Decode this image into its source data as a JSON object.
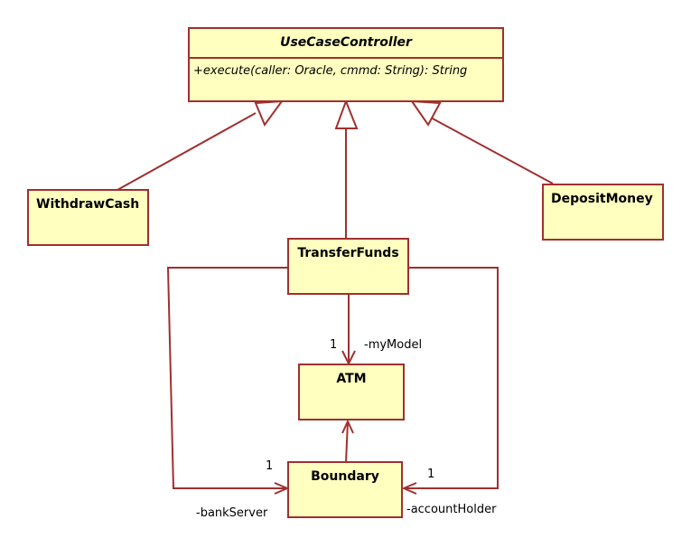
{
  "diagram": {
    "type": "UML class diagram",
    "classes": {
      "use_case_controller": {
        "name": "UseCaseController",
        "abstract": true,
        "operations": [
          "+execute(caller: Oracle, cmmd: String): String"
        ]
      },
      "withdraw_cash": {
        "name": "WithdrawCash"
      },
      "deposit_money": {
        "name": "DepositMoney"
      },
      "transfer_funds": {
        "name": "TransferFunds"
      },
      "atm": {
        "name": "ATM"
      },
      "boundary": {
        "name": "Boundary"
      }
    },
    "relationships": [
      {
        "kind": "generalization",
        "from": "WithdrawCash",
        "to": "UseCaseController"
      },
      {
        "kind": "generalization",
        "from": "TransferFunds",
        "to": "UseCaseController"
      },
      {
        "kind": "generalization",
        "from": "DepositMoney",
        "to": "UseCaseController"
      },
      {
        "kind": "association",
        "from": "TransferFunds",
        "to": "ATM",
        "role": "-myModel",
        "multiplicity": "1"
      },
      {
        "kind": "association",
        "from": "TransferFunds",
        "to": "Boundary",
        "role": "-bankServer",
        "multiplicity": "1"
      },
      {
        "kind": "association",
        "from": "TransferFunds",
        "to": "Boundary",
        "role": "-accountHolder",
        "multiplicity": "1"
      },
      {
        "kind": "association",
        "from": "Boundary",
        "to": "ATM"
      }
    ],
    "labels": {
      "my_model_role": "-myModel",
      "my_model_mult": "1",
      "bank_server_role": "-bankServer",
      "bank_server_mult": "1",
      "account_holder_role": "-accountHolder",
      "account_holder_mult": "1"
    },
    "colors": {
      "class_fill": "#ffffc0",
      "class_border": "#a03030",
      "line": "#a03030"
    }
  }
}
